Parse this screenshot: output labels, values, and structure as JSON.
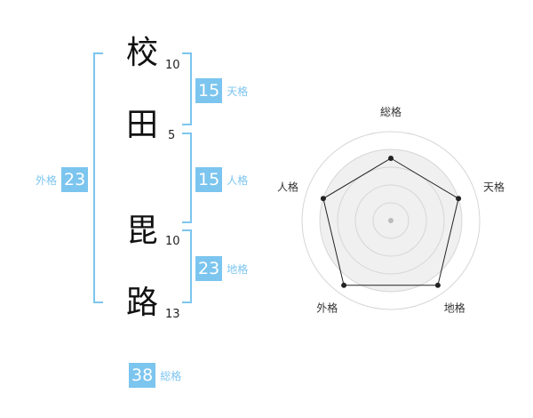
{
  "name": {
    "chars": [
      {
        "char": "校",
        "strokes": "10"
      },
      {
        "char": "田",
        "strokes": "5"
      },
      {
        "char": "毘",
        "strokes": "10"
      },
      {
        "char": "路",
        "strokes": "13"
      }
    ]
  },
  "fortunes": {
    "tenkaku": {
      "value": "15",
      "label": "天格"
    },
    "jinkaku": {
      "value": "15",
      "label": "人格"
    },
    "chikaku": {
      "value": "23",
      "label": "地格"
    },
    "gaikaku": {
      "value": "23",
      "label": "外格"
    },
    "soukaku": {
      "value": "38",
      "label": "総格"
    }
  },
  "accent_color": "#7cc5ef",
  "chart_data": {
    "type": "radar",
    "axes": [
      "総格",
      "天格",
      "地格",
      "外格",
      "人格"
    ],
    "values": [
      0.7,
      0.8,
      0.9,
      0.9,
      0.8
    ],
    "range": [
      0,
      1
    ],
    "grid": true,
    "rings": 5
  }
}
